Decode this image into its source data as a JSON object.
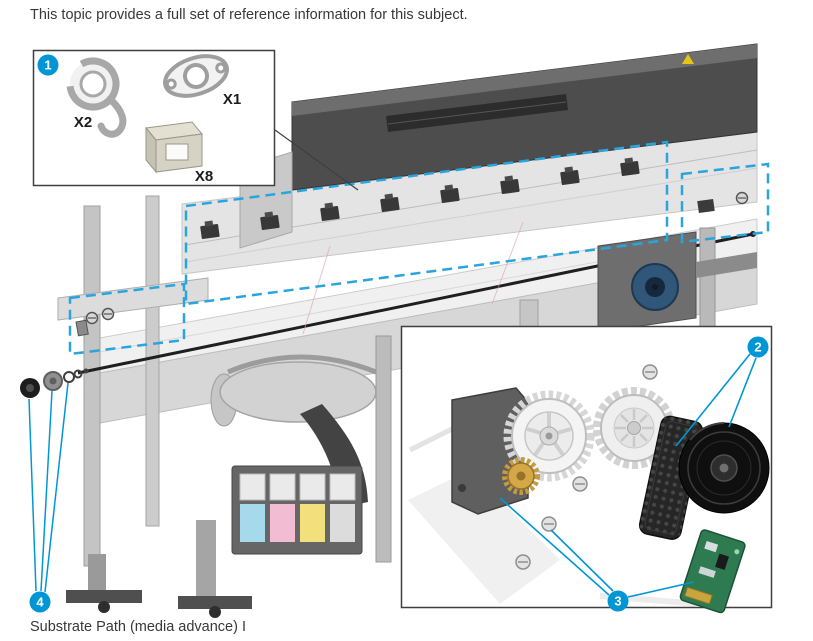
{
  "page": {
    "intro_text": "This topic provides a full set of reference information for this subject.",
    "caption": "Substrate Path (media advance) I"
  },
  "callouts": {
    "one": "1",
    "two": "2",
    "three": "3",
    "four": "4"
  },
  "parts_box": {
    "x2": "X2",
    "x1": "X1",
    "x8": "X8"
  },
  "colors": {
    "hp_blue": "#0096d6",
    "dashed_blue": "#2aa5dc",
    "ink_cyan": "#a6d9ec",
    "ink_magenta": "#f2bcd2",
    "ink_yellow": "#f2e07d",
    "pcb_green": "#2e7b52",
    "brass_gear": "#d4a847"
  }
}
